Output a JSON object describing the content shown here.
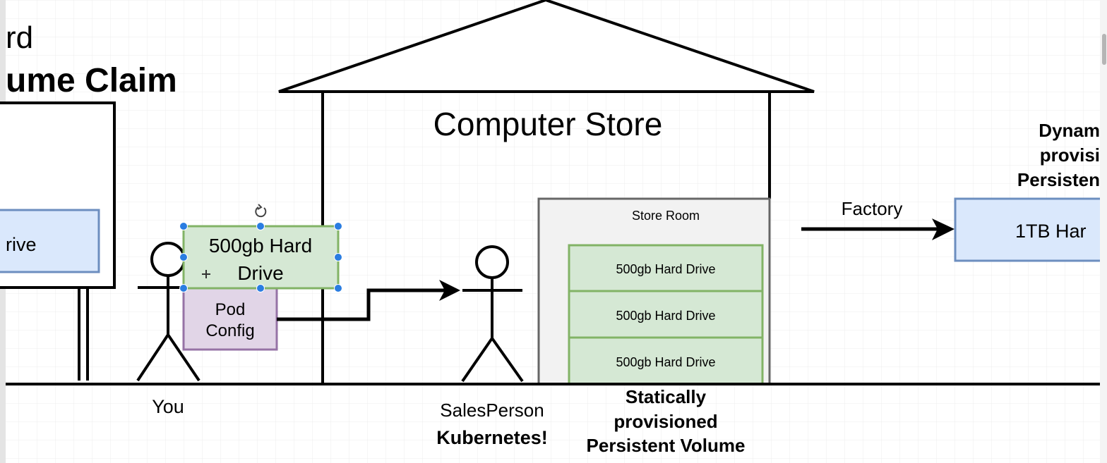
{
  "left_title": {
    "line1": "rd",
    "line2": "ume Claim"
  },
  "left_box": {
    "drive_label": "rive"
  },
  "house": {
    "title": "Computer Store"
  },
  "store_room": {
    "title": "Store Room",
    "drives": [
      "500gb Hard Drive",
      "500gb Hard Drive",
      "500gb Hard Drive"
    ],
    "caption": [
      "Statically",
      "provisioned",
      "Persistent Volume"
    ]
  },
  "you": {
    "label": "You"
  },
  "selected_drive": {
    "line1": "500gb Hard",
    "line2": "Drive"
  },
  "pod_config": {
    "line1": "Pod",
    "line2": "Config"
  },
  "salesperson": {
    "label": "SalesPerson",
    "sublabel": "Kubernetes!"
  },
  "factory": {
    "label": "Factory"
  },
  "dynamic": {
    "caption": [
      "Dynam",
      "provisi",
      "Persisten"
    ],
    "drive_label": "1TB Har"
  },
  "colors": {
    "green_fill": "#d5e8d4",
    "green_stroke": "#82b366",
    "blue_fill": "#dae8fc",
    "blue_stroke": "#6c8ebf",
    "purple_fill": "#e1d5e7",
    "purple_stroke": "#9673a6",
    "selection": "#2a7de1"
  }
}
